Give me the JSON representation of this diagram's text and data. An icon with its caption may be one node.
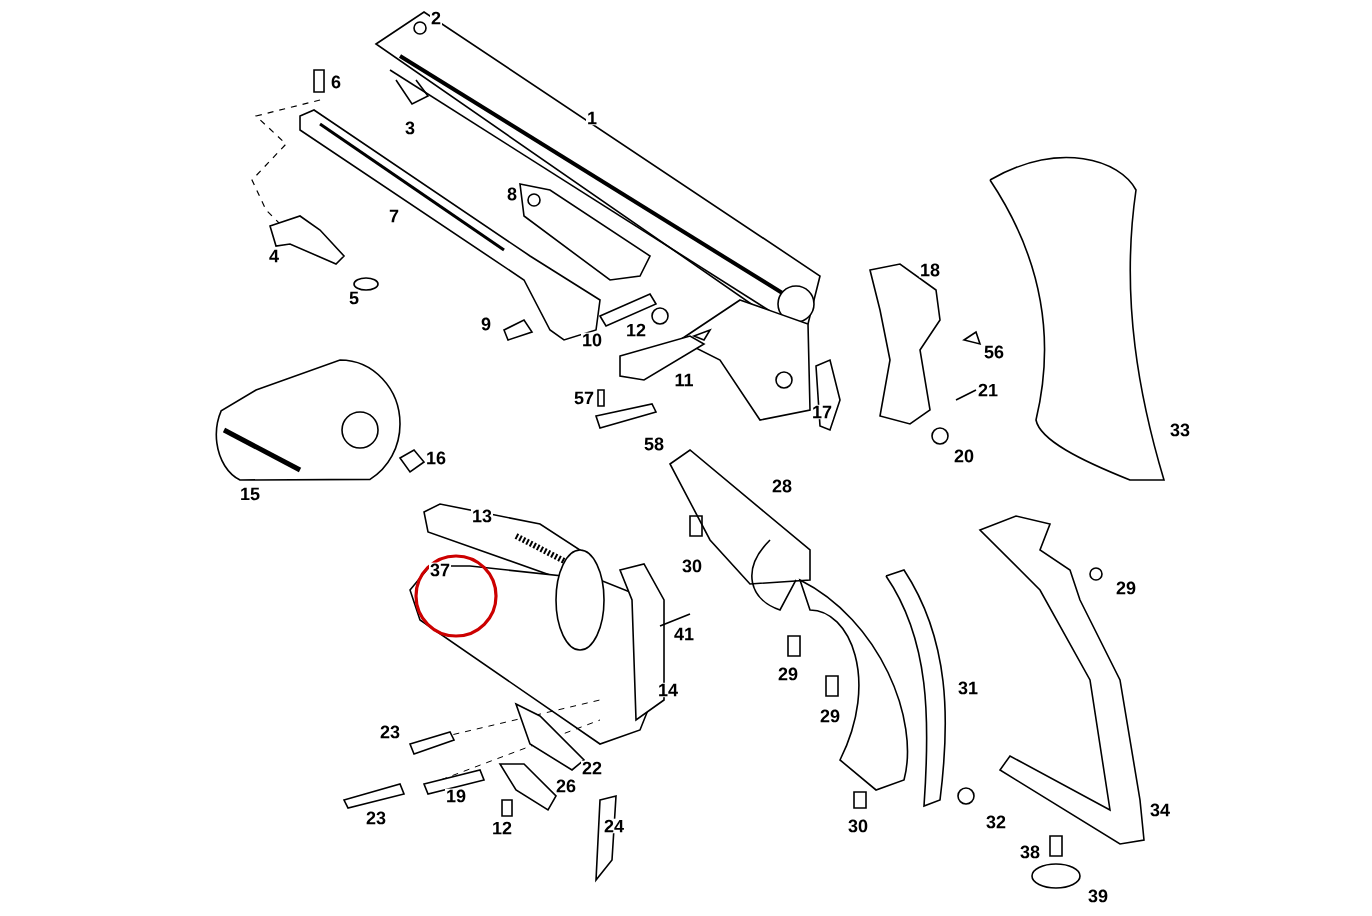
{
  "diagram": {
    "labels": [
      "2",
      "6",
      "3",
      "1",
      "8",
      "7",
      "4",
      "5",
      "18",
      "9",
      "12",
      "10",
      "56",
      "11",
      "21",
      "57",
      "17",
      "58",
      "20",
      "33",
      "16",
      "15",
      "28",
      "13",
      "30",
      "29",
      "37",
      "41",
      "29",
      "31",
      "29",
      "14",
      "23",
      "22",
      "26",
      "19",
      "23",
      "34",
      "12",
      "24",
      "30",
      "32",
      "38",
      "39"
    ]
  }
}
